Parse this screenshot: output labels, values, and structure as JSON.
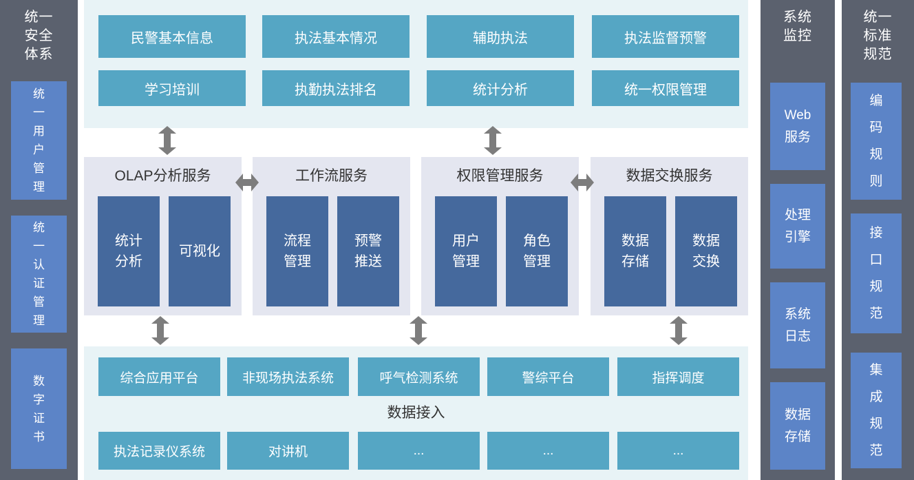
{
  "colors": {
    "sidebar_gray": "#5b616e",
    "sidebar_blue": "#5c84c7",
    "teal": "#55a6c4",
    "light_band": "#e8f3f6",
    "panel_bg": "#e4e6f0",
    "dark_blue": "#45699d",
    "arrow_gray": "#7d7d7d",
    "title_text": "#333333"
  },
  "left_sidebar": {
    "title": "统一\n安全\n体系",
    "items": [
      "统\n一\n用\n户\n管\n理",
      "统\n一\n认\n证\n管\n理",
      "数\n字\n证\n书"
    ]
  },
  "top_band": {
    "rows": [
      [
        "民警基本信息",
        "执法基本情况",
        "辅助执法",
        "执法监督预警"
      ],
      [
        "学习培训",
        "执勤执法排名",
        "统计分析",
        "统一权限管理"
      ]
    ]
  },
  "services": [
    {
      "title": "OLAP分析服务",
      "boxes": [
        "统计\n分析",
        "可视化"
      ]
    },
    {
      "title": "工作流服务",
      "boxes": [
        "流程\n管理",
        "预警\n推送"
      ]
    },
    {
      "title": "权限管理服务",
      "boxes": [
        "用户\n管理",
        "角色\n管理"
      ]
    },
    {
      "title": "数据交换服务",
      "boxes": [
        "数据\n存储",
        "数据\n交换"
      ]
    }
  ],
  "bottom_band": {
    "row1": [
      "综合应用平台",
      "非现场执法系统",
      "呼气检测系统",
      "警综平台",
      "指挥调度"
    ],
    "label": "数据接入",
    "row2": [
      "执法记录仪系统",
      "对讲机",
      "...",
      "...",
      "..."
    ]
  },
  "monitor_column": {
    "title": "系统\n监控",
    "items": [
      "Web\n服务",
      "处理\n引擎",
      "系统\n日志",
      "数据\n存储"
    ]
  },
  "standards_column": {
    "title": "统一\n标准\n规范",
    "items": [
      "编\n码\n规\n则",
      "接\n口\n规\n范",
      "集\n成\n规\n范"
    ]
  }
}
